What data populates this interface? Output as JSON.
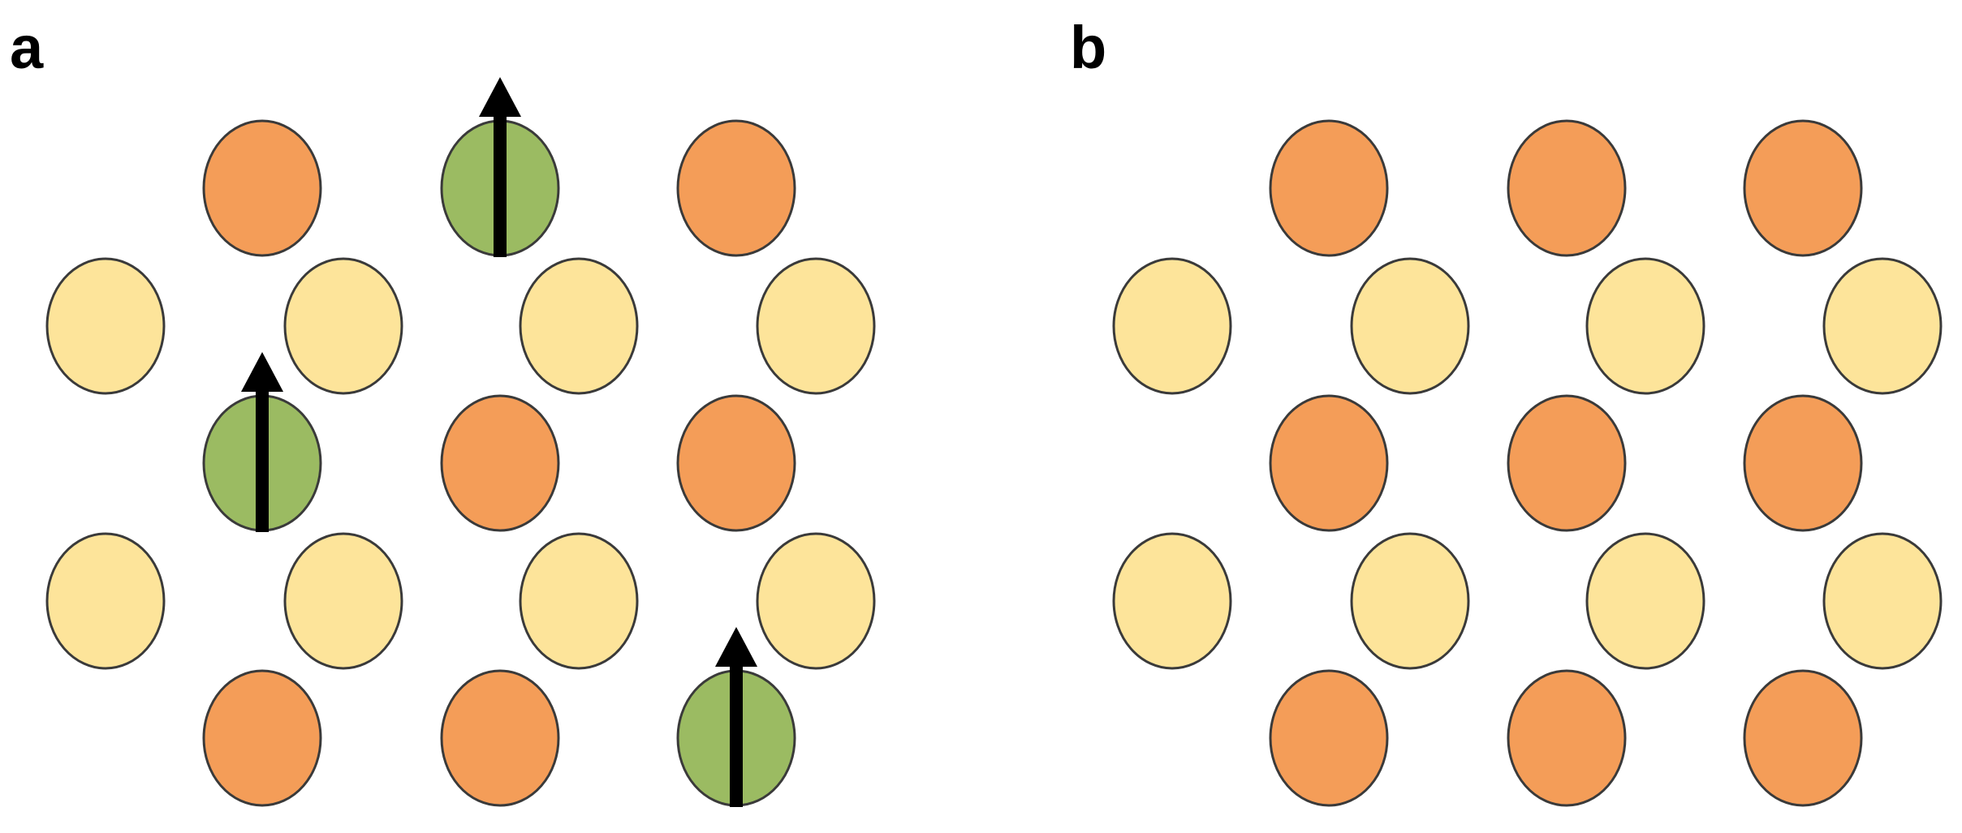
{
  "panels": [
    {
      "label": "a",
      "rows": [
        [
          "empty",
          "orange",
          "green",
          "orange"
        ],
        [
          "yellow",
          "yellow",
          "yellow",
          "yellow"
        ],
        [
          "empty",
          "green",
          "orange",
          "orange"
        ],
        [
          "yellow",
          "yellow",
          "yellow",
          "yellow"
        ],
        [
          "empty",
          "orange",
          "orange",
          "green"
        ]
      ],
      "arrows_on": "green"
    },
    {
      "label": "b",
      "rows": [
        [
          "empty",
          "orange",
          "orange",
          "orange"
        ],
        [
          "yellow",
          "yellow",
          "yellow",
          "yellow"
        ],
        [
          "empty",
          "orange",
          "orange",
          "orange"
        ],
        [
          "yellow",
          "yellow",
          "yellow",
          "yellow"
        ],
        [
          "empty",
          "orange",
          "orange",
          "orange"
        ]
      ],
      "arrows_on": "green"
    }
  ],
  "colors": {
    "orange": "#F49D58",
    "yellow": "#FDE49A",
    "green": "#9BBB62",
    "outline": "#3a3a3a",
    "arrow": "#000000"
  }
}
